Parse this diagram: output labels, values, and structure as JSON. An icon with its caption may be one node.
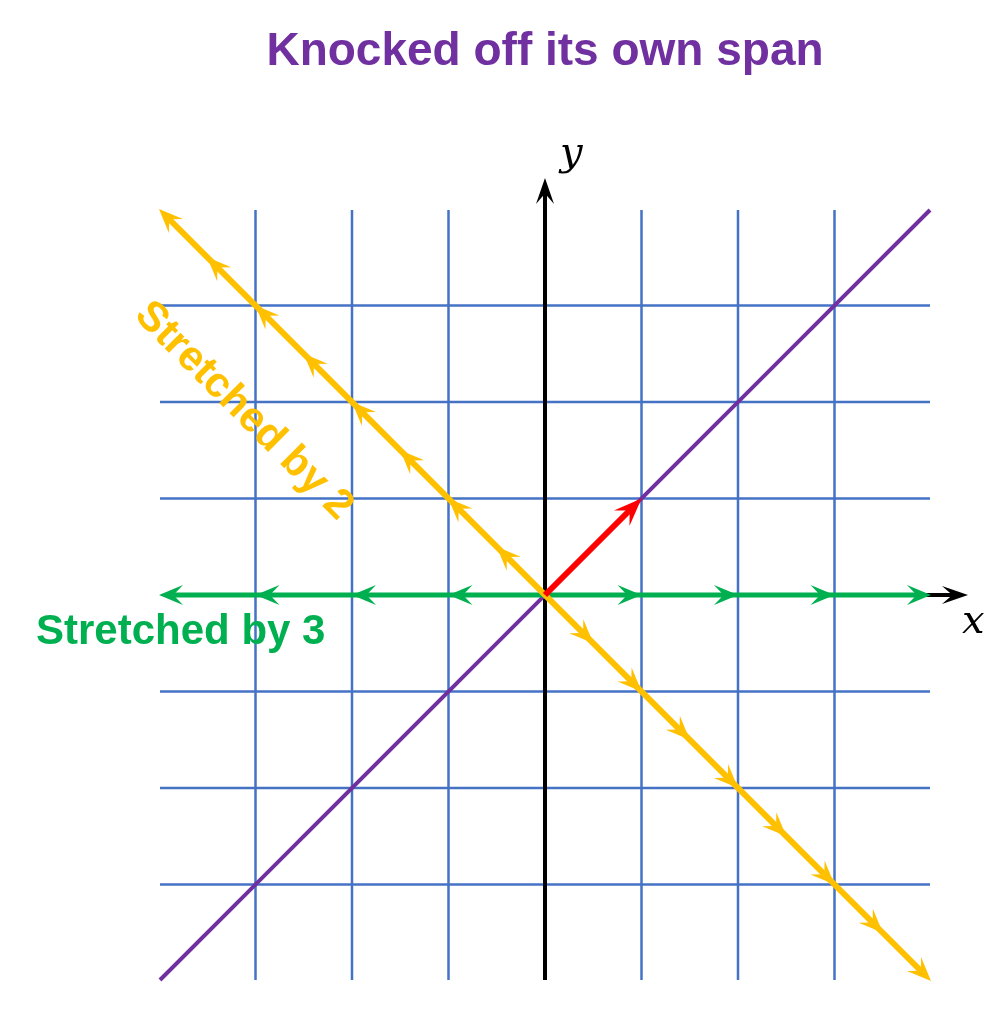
{
  "diagram": {
    "title": "Knocked off its own span",
    "labels": [
      "y",
      "Stretched by 2",
      "x",
      "Stretched by 3"
    ]
  }
}
